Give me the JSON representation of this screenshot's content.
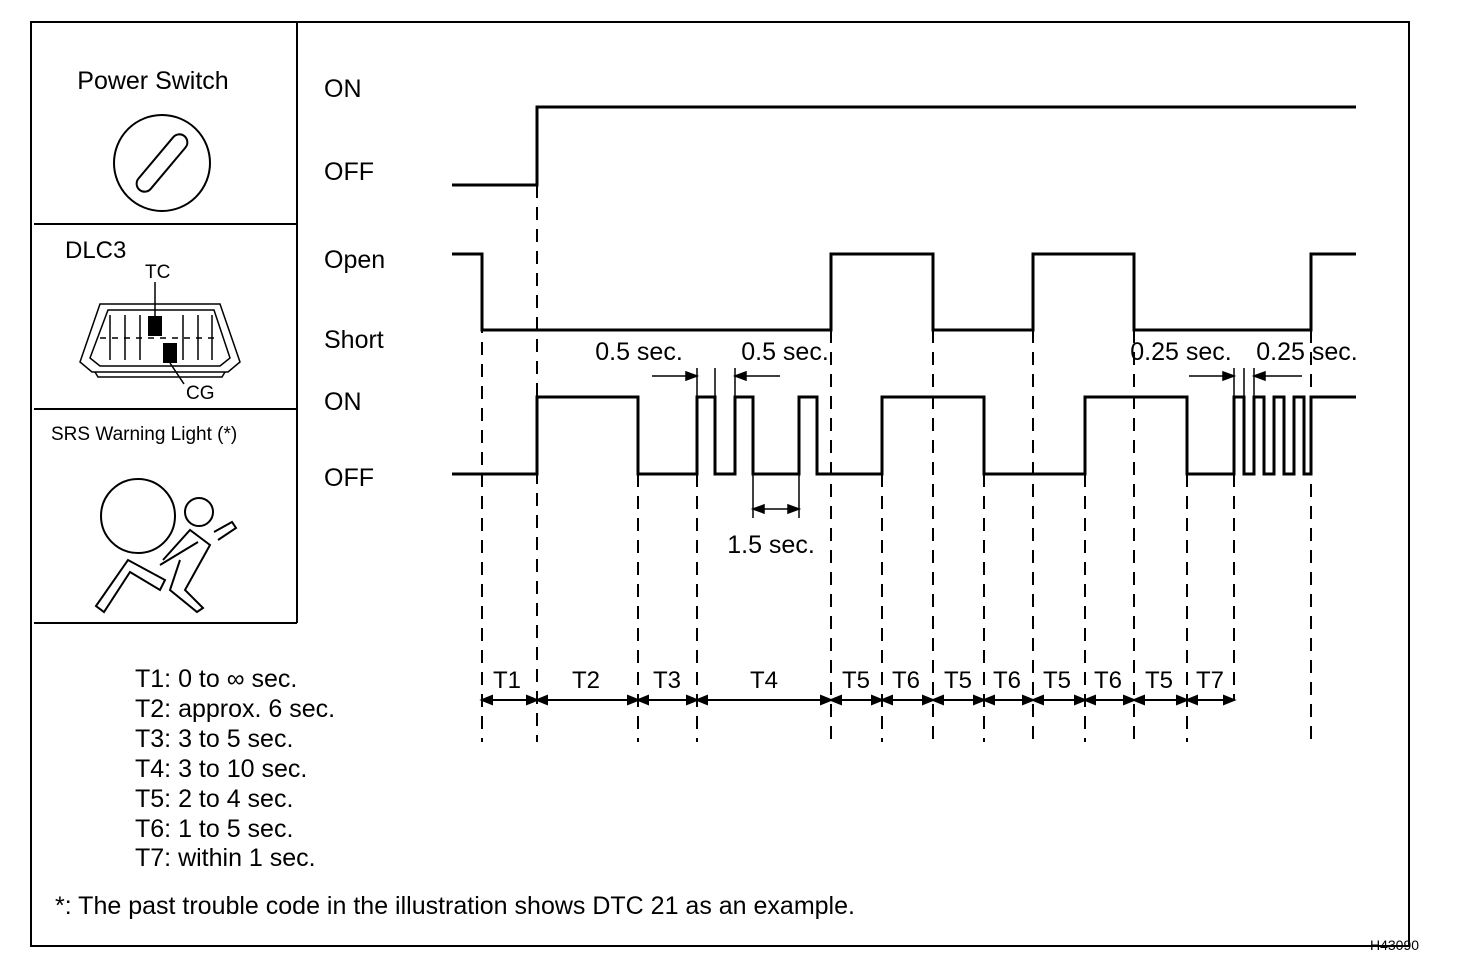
{
  "panels": {
    "power_switch": "Power Switch",
    "dlc3": "DLC3",
    "tc": "TC",
    "cg": "CG",
    "srs": "SRS Warning Light (*)"
  },
  "signals": {
    "power": {
      "high_label": "ON",
      "low_label": "OFF"
    },
    "terminal": {
      "high_label": "Open",
      "low_label": "Short"
    },
    "light": {
      "high_label": "ON",
      "low_label": "OFF"
    }
  },
  "timings": {
    "pulse_a": "0.5 sec.",
    "pulse_b": "0.5 sec.",
    "gap": "1.5 sec.",
    "fast_a": "0.25 sec.",
    "fast_b": "0.25 sec."
  },
  "periods": [
    "T1",
    "T2",
    "T3",
    "T4",
    "T5",
    "T6",
    "T5",
    "T6",
    "T5",
    "T6",
    "T5",
    "T7"
  ],
  "legend": [
    "T1: 0 to ∞ sec.",
    "T2: approx. 6 sec.",
    "T3: 3 to 5 sec.",
    "T4: 3 to 10 sec.",
    "T5: 2 to 4 sec.",
    "T6: 1 to 5 sec.",
    "T7: within 1 sec."
  ],
  "footnote": "*: The past trouble code in the illustration shows DTC 21 as an example.",
  "figure_id": "H43090"
}
